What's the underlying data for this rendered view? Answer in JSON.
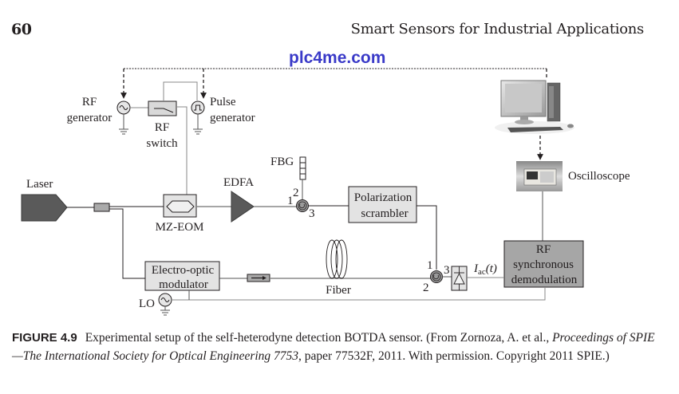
{
  "header": {
    "page_number": "60",
    "running_title": "Smart Sensors for Industrial Applications"
  },
  "watermark": "plc4me.com",
  "diagram": {
    "labels": {
      "rf_generator_line1": "RF",
      "rf_generator_line2": "generator",
      "rf_switch_line1": "RF",
      "rf_switch_line2": "switch",
      "pulse_generator_line1": "Pulse",
      "pulse_generator_line2": "generator",
      "laser": "Laser",
      "mz_eom": "MZ-EOM",
      "edfa": "EDFA",
      "fbg": "FBG",
      "polarization_line1": "Polarization",
      "polarization_line2": "scrambler",
      "oscilloscope": "Oscilloscope",
      "eo_modulator_line1": "Electro-optic",
      "eo_modulator_line2": "modulator",
      "lo": "LO",
      "fiber": "Fiber",
      "rf_demod_line1": "RF",
      "rf_demod_line2": "synchronous",
      "rf_demod_line3": "demodulation",
      "iac_main": "I",
      "iac_sub": "ac",
      "iac_arg": "(t)",
      "circ1_port1": "1",
      "circ1_port2": "2",
      "circ1_port3": "3",
      "circ2_port1": "1",
      "circ2_port2": "2",
      "circ2_port3": "3"
    },
    "icons": [
      "sine-source-icon",
      "pulse-source-icon",
      "ground-icon",
      "switch-icon",
      "circulator-icon",
      "photodiode-icon",
      "isolator-icon",
      "fiber-coil-icon",
      "computer-icon",
      "oscilloscope-icon"
    ]
  },
  "caption": {
    "figure_label": "FIGURE 4.9",
    "text_part1": "Experimental setup of the self-heterodyne detection BOTDA sensor. (From Zornoza, A. et al., ",
    "italic_part": "Proceedings of SPIE—The International Society for Optical Engineering 7753",
    "text_part2": ", paper 77532F, 2011. With permission. Copyright 2011 SPIE.)"
  }
}
